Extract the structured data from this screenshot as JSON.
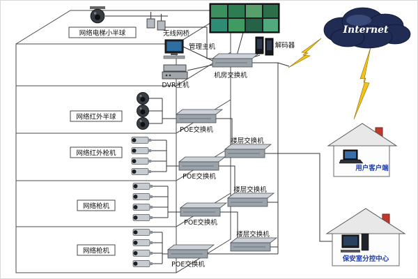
{
  "labels": {
    "elevator_camera": "网络电梯小半球",
    "wireless_bridge": "无线网桥",
    "management_host": "管理主机",
    "room_switch": "机房交换机",
    "dvr_host": "DVR主机",
    "decoder": "解码器",
    "floor2_cameras": "网络红外半球",
    "floor3_cameras": "网络红外枪机",
    "floor4_cameras": "网络枪机",
    "floor5_cameras": "网络枪机",
    "poe_switch": "POE交换机",
    "floor_switch": "楼层交换机",
    "internet": "Internet",
    "user_client": "用户客户端",
    "security_center": "保安室分控中心"
  },
  "colors": {
    "cloud": "#202c54",
    "cloud_highlight": "#46598c",
    "lightning": "#f2c21a",
    "chimney": "#c0392b",
    "screen_green": "#2f8f5a",
    "label_blue": "#1f3db0",
    "switch_front": "#9aa2aa",
    "switch_top": "#ccd2d8"
  }
}
